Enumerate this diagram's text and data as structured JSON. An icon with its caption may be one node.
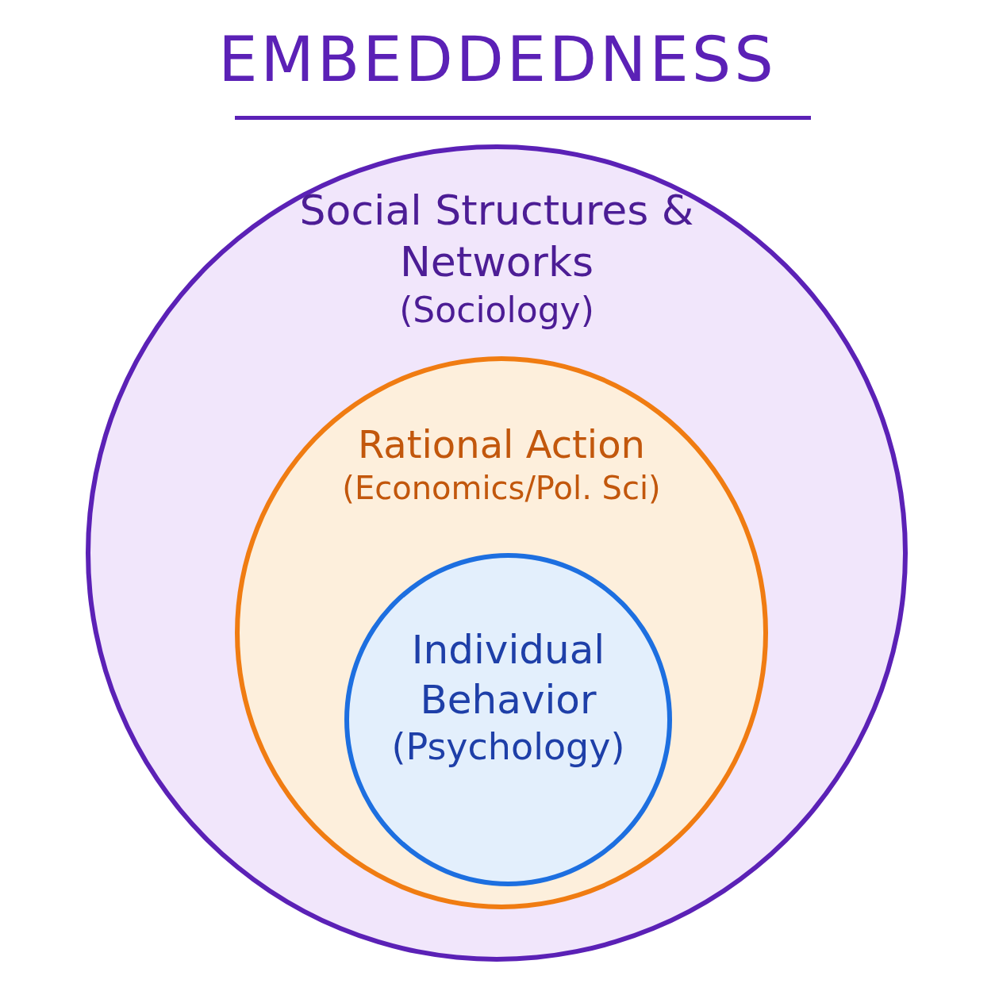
{
  "diagram": {
    "title": "EMBEDDEDNESS",
    "nodes": [
      {
        "text": [
          "Social Structures & Networks",
          "(Sociology)"
        ]
      },
      {
        "text": [
          "Rational Action",
          "(Economics/Pol. Sci)"
        ],
        "in": 0
      },
      {
        "text": [
          "Individual Behavior",
          "(Psychology)"
        ],
        "in": 1
      }
    ]
  }
}
